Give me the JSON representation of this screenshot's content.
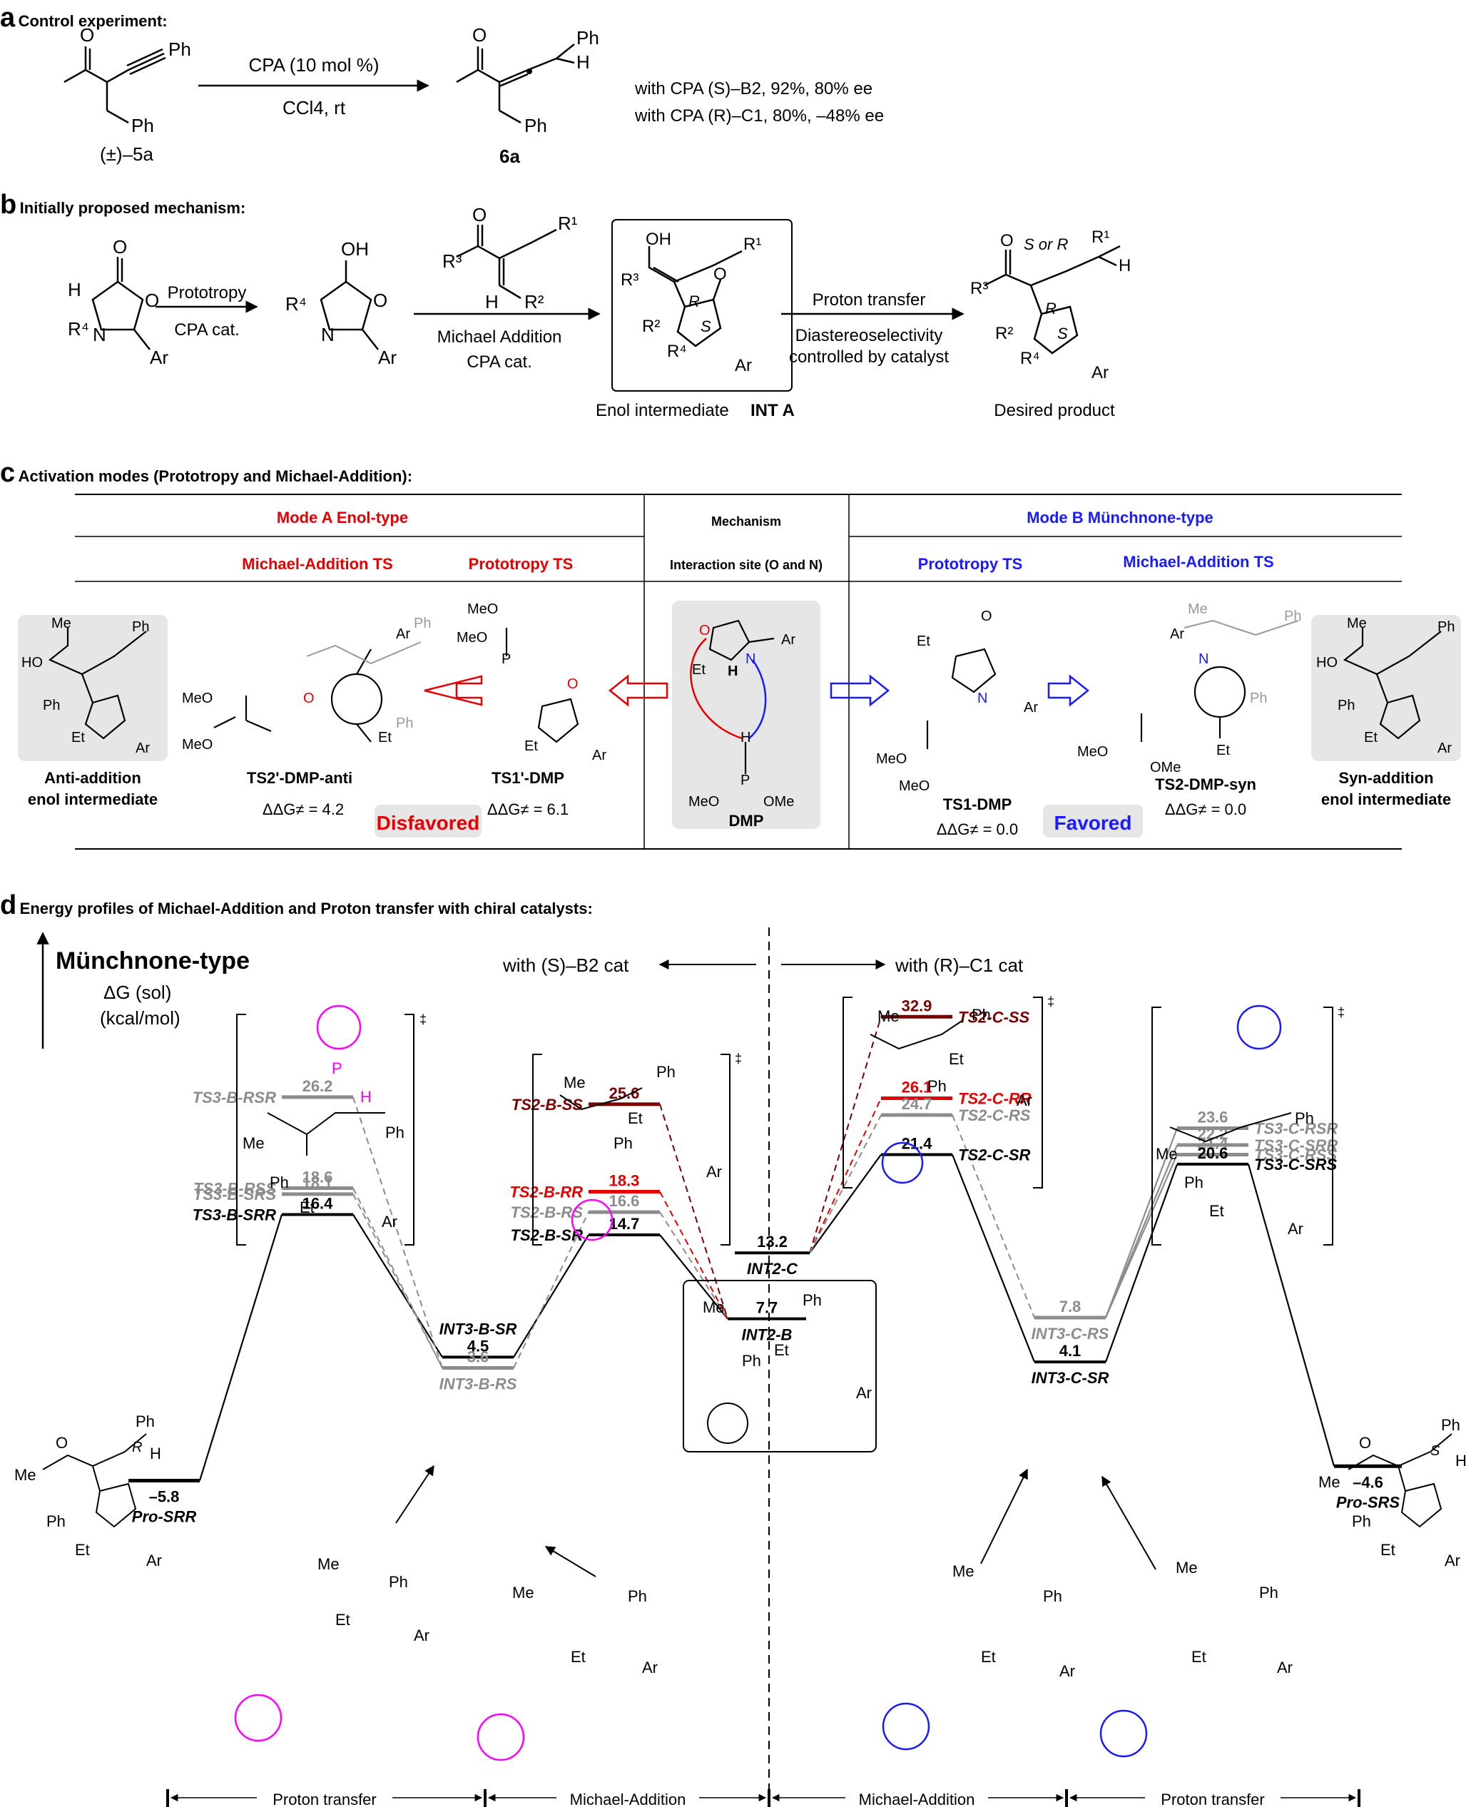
{
  "panels": {
    "a": {
      "letter": "a",
      "title": "Control experiment:"
    },
    "b": {
      "letter": "b",
      "title": "Initially proposed mechanism:"
    },
    "c": {
      "letter": "c",
      "title": "Activation modes (Prototropy and Michael-Addition):"
    },
    "d": {
      "letter": "d",
      "title": "Energy profiles of Michael-Addition and Proton transfer with chiral catalysts:"
    }
  },
  "panel_a": {
    "substrate_label": "(±)–5a",
    "product_label": "6a",
    "cond_top": "CPA (10 mol %)",
    "cond_bottom": "CCl4, rt",
    "result_1": "with CPA (S)–B2, 92%, 80% ee",
    "result_2": "with CPA (R)–C1, 80%, –48% ee"
  },
  "panel_b": {
    "arrow1_top": "Prototropy",
    "arrow1_bottom": "CPA cat.",
    "arrow2_bottom1": "Michael Addition",
    "arrow2_bottom2": "CPA cat.",
    "arrow3_top": "Proton transfer",
    "arrow3_bottom1": "Diastereoselectivity",
    "arrow3_bottom2": "controlled by catalyst",
    "int_label": "Enol intermediate",
    "int_bold": "INT A",
    "product_label": "Desired product",
    "stereo_label": "S or R"
  },
  "panel_c": {
    "modeA": "Mode A  Enol-type",
    "modeB": "Mode B  Münchnone-type",
    "mechanism": "Mechanism",
    "interaction": "Interaction site (O and N)",
    "michael_ts": "Michael-Addition TS",
    "prototropy_ts": "Prototropy TS",
    "left_int_1": "Anti-addition",
    "left_int_2": "enol intermediate",
    "right_int_1": "Syn-addition",
    "right_int_2": "enol intermediate",
    "ts2_anti": "TS2'-DMP-anti",
    "ts2_anti_dg": "ΔΔG≠ = 4.2",
    "ts1_prime": "TS1'-DMP",
    "ts1_prime_dg": "ΔΔG≠ = 6.1",
    "dmp": "DMP",
    "ts1": "TS1-DMP",
    "ts1_dg": "ΔΔG≠ = 0.0",
    "ts2_syn": "TS2-DMP-syn",
    "ts2_syn_dg": "ΔΔG≠ = 0.0",
    "disfavored": "Disfavored",
    "favored": "Favored"
  },
  "panel_d": {
    "axis_title": "Münchnone-type",
    "axis_sub1": "ΔG (sol)",
    "axis_sub2": "(kcal/mol)",
    "with_b2": "with (S)–B2 cat",
    "with_c1": "with (R)–C1 cat",
    "bottom": [
      "Proton transfer",
      "Michael-Addition",
      "Michael-Addition",
      "Proton transfer"
    ]
  },
  "chart_data": {
    "type": "energy-profile",
    "ylabel": "ΔG (sol) (kcal/mol)",
    "levels": [
      {
        "name": "Pro-SRR",
        "value": -5.8,
        "color": "#000000"
      },
      {
        "name": "TS3-B-RSR",
        "value": 26.2,
        "color": "#8c8c8c"
      },
      {
        "name": "TS3-B-RSS",
        "value": 18.6,
        "color": "#8c8c8c"
      },
      {
        "name": "TS3-B-SRS",
        "value": 18.1,
        "color": "#8c8c8c"
      },
      {
        "name": "TS3-B-SRR",
        "value": 16.4,
        "color": "#000000"
      },
      {
        "name": "INT3-B-SR",
        "value": 4.5,
        "color": "#000000"
      },
      {
        "name": "INT3-B-RS",
        "value": 3.6,
        "color": "#8c8c8c"
      },
      {
        "name": "TS2-B-SS",
        "value": 25.6,
        "color": "#7b0000"
      },
      {
        "name": "TS2-B-RR",
        "value": 18.3,
        "color": "#e60000"
      },
      {
        "name": "TS2-B-RS",
        "value": 16.6,
        "color": "#8c8c8c"
      },
      {
        "name": "TS2-B-SR",
        "value": 14.7,
        "color": "#000000"
      },
      {
        "name": "INT2-B",
        "value": 7.7,
        "color": "#000000"
      },
      {
        "name": "INT2-C",
        "value": 13.2,
        "color": "#000000"
      },
      {
        "name": "TS2-C-SS",
        "value": 32.9,
        "color": "#7b0000"
      },
      {
        "name": "TS2-C-RR",
        "value": 26.1,
        "color": "#e60000"
      },
      {
        "name": "TS2-C-RS",
        "value": 24.7,
        "color": "#8c8c8c"
      },
      {
        "name": "TS2-C-SR",
        "value": 21.4,
        "color": "#000000"
      },
      {
        "name": "INT3-C-RS",
        "value": 7.8,
        "color": "#8c8c8c"
      },
      {
        "name": "INT3-C-SR",
        "value": 4.1,
        "color": "#000000"
      },
      {
        "name": "TS3-C-RSR",
        "value": 23.6,
        "color": "#8c8c8c"
      },
      {
        "name": "TS3-C-SRR",
        "value": 22.2,
        "color": "#8c8c8c"
      },
      {
        "name": "TS3-C-RSS",
        "value": 21.4,
        "color": "#8c8c8c"
      },
      {
        "name": "TS3-C-SRS",
        "value": 20.6,
        "color": "#000000"
      },
      {
        "name": "Pro-SRS",
        "value": -4.6,
        "color": "#000000"
      }
    ]
  }
}
